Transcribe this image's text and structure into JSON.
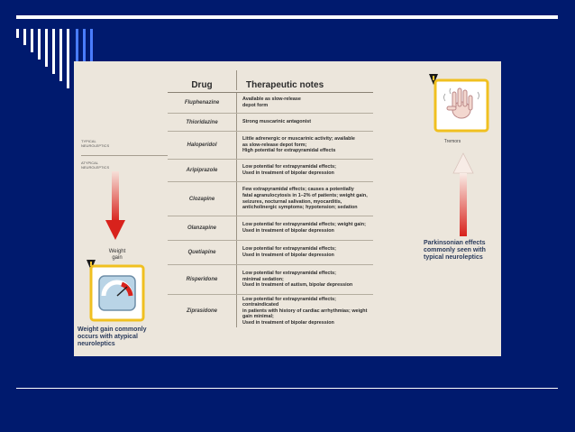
{
  "slide": {
    "background_color": "#001a6e",
    "accent_color": "#ffffff",
    "title_bar_pattern": [
      "long-bar-white",
      "blue-bars"
    ]
  },
  "figure": {
    "header_drug": "Drug",
    "header_notes": "Therapeutic notes",
    "group_typical": "TYPICAL\nNEUROLEPTICS",
    "group_atypical": "ATYPICAL\nNEUROLEPTICS",
    "rows": [
      {
        "drug": "Fluphenazine",
        "note": "Available as slow-release\ndepot form"
      },
      {
        "drug": "Thioridazine",
        "note": "Strong muscarinic antagonist"
      },
      {
        "drug": "Haloperidol",
        "note": "Little adrenergic or muscarinic activity; available\nas slow-release depot form;\nHigh potential for extrapyramidal effects"
      },
      {
        "drug": "Aripiprazole",
        "note": "Low potential for extrapyramidal effects;\nUsed in treatment of bipolar depression"
      },
      {
        "drug": "Clozapine",
        "note": "Few extrapyramidal effects; causes a potentially\nfatal agranulocytosis in 1–2% of patients; weight gain,\nseizures, nocturnal salivation, myocarditis,\nanticholinergic symptoms; hypotension; sedation"
      },
      {
        "drug": "Olanzapine",
        "note": "Low potential for extrapyramidal effects; weight gain;\nUsed in treatment of bipolar depression"
      },
      {
        "drug": "Quetiapine",
        "note": "Low potential for extrapyramidal effects;\nUsed in treatment of bipolar depression"
      },
      {
        "drug": "Risperidone",
        "note": "Low potential for extrapyramidal effects;\nminimal sedation;\nUsed in treatment of autism, bipolar depression"
      },
      {
        "drug": "Ziprasidone",
        "note": "Low potential for extrapyramidal effects; contraindicated\nin patients with history of cardiac arrhythmias; weight\ngain minimal;\nUsed in treatment of bipolar depression"
      }
    ],
    "weight_gain_label": "Weight\ngain",
    "weight_gain_caption": "Weight gain commonly occurs with atypical neuroleptics",
    "tremors_label": "Tremors",
    "parkinsonian_caption": "Parkinsonian effects commonly seen with typical neuroleptics",
    "icons": [
      "warning-icon",
      "scale-gauge-icon",
      "hand-tremor-icon",
      "arrow-down-icon",
      "arrow-up-icon"
    ]
  }
}
